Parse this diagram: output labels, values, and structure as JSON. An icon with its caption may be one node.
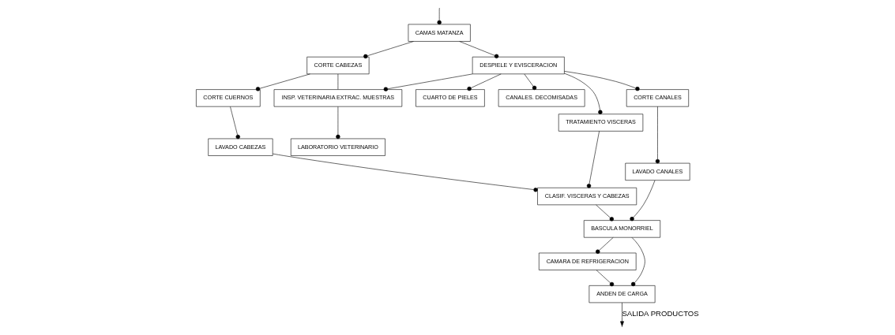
{
  "diagram": {
    "nodes": [
      {
        "text": [
          "CORTE CUERNOS"
        ]
      },
      {
        "text": [
          "CORTE CABEZAS"
        ]
      },
      {
        "text": [
          "CAMAS MATANZA"
        ]
      },
      {
        "text": [
          "CUARTO DE PIELES"
        ]
      },
      {
        "text": [
          "LAVADO CABEZAS"
        ]
      },
      {
        "text": [
          "LABORATORIO VETERINARIO"
        ]
      },
      {
        "text": [
          "INSP. VETERINARIA EXTRAC. MUESTRAS"
        ]
      },
      {
        "text": [
          "DESPIELE Y EVISCERACION"
        ]
      },
      {
        "text": [
          "CANALES. DECOMISADAS"
        ]
      },
      {
        "text": [
          "CLASIF. VISCERAS Y CABEZAS"
        ]
      },
      {
        "text": [
          "TRATAMIENTO VISCERAS"
        ]
      },
      {
        "text": [
          "CORTE CANALES"
        ]
      },
      {
        "text": [
          "CAMARA DE REFRIGERACION"
        ]
      },
      {
        "text": [
          "BASCULA MONORRIEL"
        ]
      },
      {
        "text": [
          "LAVADO CANALES"
        ]
      },
      {
        "text": [
          "ANDEN DE CARGA"
        ]
      }
    ],
    "edges": [
      {
        "from": null,
        "to": 2,
        "arrow": "other"
      },
      {
        "from": 2,
        "to": 1,
        "arrow": "other"
      },
      {
        "from": 1,
        "to": 0,
        "arrow": "other"
      },
      {
        "from": 0,
        "to": 4,
        "arrow": "other"
      },
      {
        "from": 1,
        "to": 6,
        "arrow": "none"
      },
      {
        "from": 2,
        "to": 7,
        "arrow": "other"
      },
      {
        "from": 7,
        "to": 3,
        "arrow": "other"
      },
      {
        "from": 7,
        "to": 8,
        "arrow": "other"
      },
      {
        "from": 7,
        "to": 6,
        "arrow": "other"
      },
      {
        "from": 6,
        "to": 5,
        "arrow": "other"
      },
      {
        "from": 7,
        "to": 10,
        "arrow": "other"
      },
      {
        "from": 10,
        "to": 9,
        "arrow": "other"
      },
      {
        "from": 4,
        "to": 9,
        "arrow": "other"
      },
      {
        "from": 9,
        "to": 13,
        "arrow": "other"
      },
      {
        "from": 7,
        "to": 11,
        "arrow": "other"
      },
      {
        "from": 11,
        "to": 14,
        "arrow": "other"
      },
      {
        "from": 14,
        "to": 13,
        "arrow": "other"
      },
      {
        "from": 13,
        "to": 12,
        "arrow": "other"
      },
      {
        "from": 12,
        "to": 15,
        "arrow": "other"
      },
      {
        "from": 13,
        "to": 15,
        "arrow": "other"
      },
      {
        "from": 15,
        "to": null,
        "arrow": "to",
        "label": "SALIDA PRODUCTOS"
      }
    ]
  }
}
